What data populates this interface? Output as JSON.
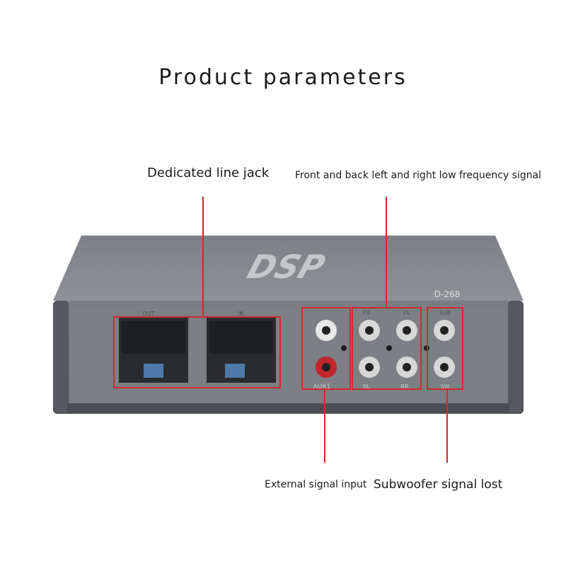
{
  "title": "Product parameters",
  "device": {
    "top_logo": "DSP",
    "model": "D-268",
    "connector_left_tag": "OUT",
    "connector_right_tag": "IN",
    "jack_label_aux": "AUX1",
    "jack_label_fl": "FR",
    "jack_label_fr": "FL",
    "jack_label_rl": "RR",
    "jack_label_rr": "RL",
    "jack_label_sub_top": "SUB",
    "jack_label_sub_bottom": "SW"
  },
  "callouts": {
    "line_jack": "Dedicated line jack",
    "low_frequency": "Front and back left and right low frequency signal",
    "external_input": "External signal input",
    "subwoofer": "Subwoofer signal lost"
  },
  "colors": {
    "callout_red": "#d12a2a",
    "body_gray": "#6e7176",
    "top_gray": "#85888d"
  }
}
